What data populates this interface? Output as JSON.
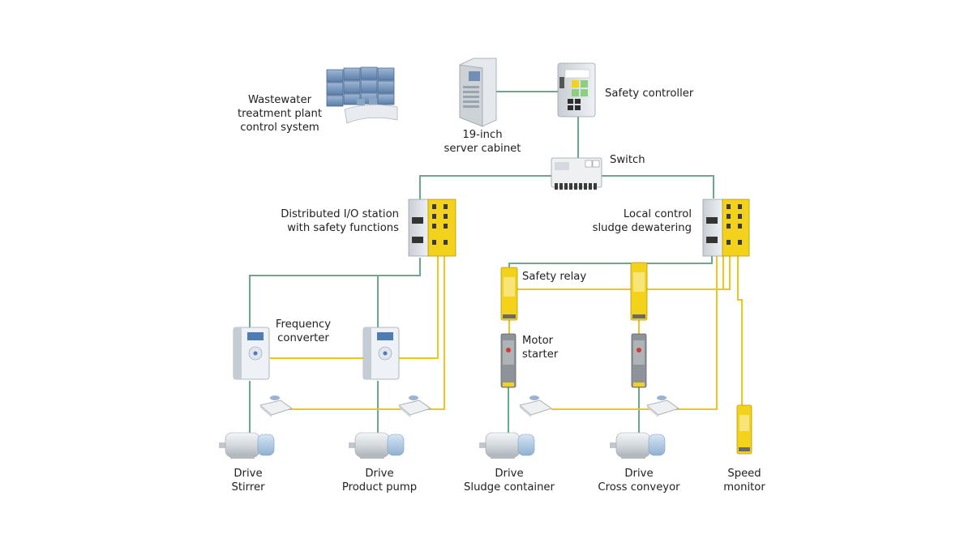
{
  "labels": {
    "control_system": [
      "Wastewater",
      "treatment plant",
      "control system"
    ],
    "server_cabinet": [
      "19-inch",
      "server cabinet"
    ],
    "safety_controller": "Safety controller",
    "switch": "Switch",
    "io_station": [
      "Distributed I/O station",
      "with safety functions"
    ],
    "local_control": [
      "Local control",
      "sludge dewatering"
    ],
    "safety_relay": "Safety relay",
    "frequency_converter": [
      "Frequency",
      "converter"
    ],
    "motor_starter": [
      "Motor",
      "starter"
    ],
    "drives": [
      [
        "Drive",
        "Stirrer"
      ],
      [
        "Drive",
        "Product pump"
      ],
      [
        "Drive",
        "Sludge container"
      ],
      [
        "Drive",
        "Cross conveyor"
      ]
    ],
    "speed_monitor": [
      "Speed",
      "monitor"
    ]
  },
  "colors": {
    "network_line": "#6aaa8a",
    "safety_line": "#f0c419",
    "safety_yellow": "#f2d21b",
    "device_grey": "#d9dde2",
    "motor_blue": "#a9c7e3"
  }
}
